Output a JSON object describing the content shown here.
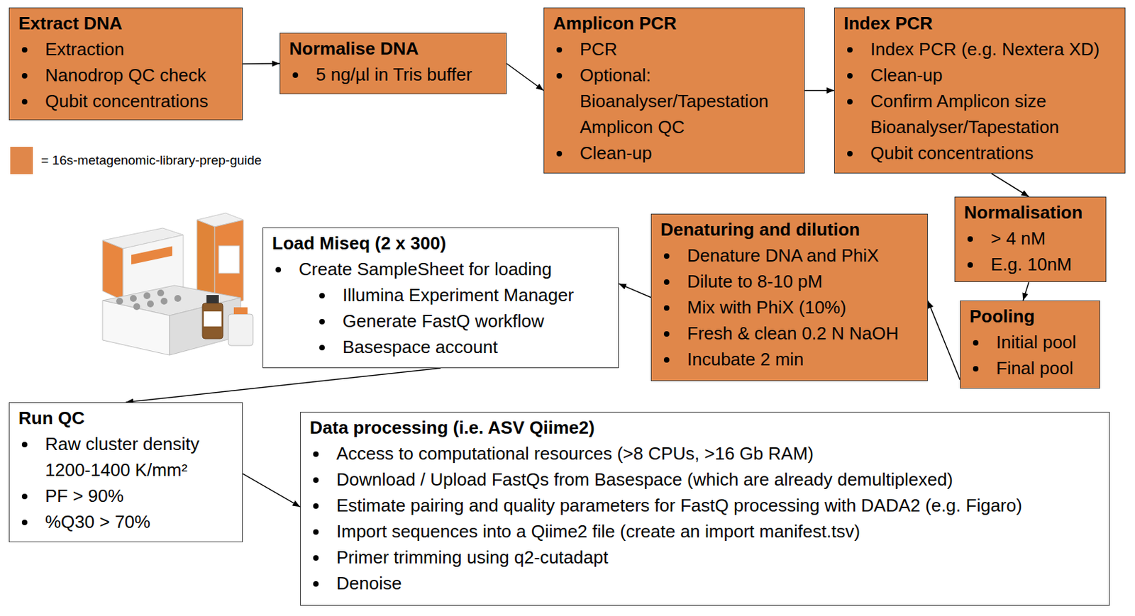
{
  "diagram": {
    "nodes": [
      {
        "text": [
          "Extract DNA",
          "Extraction",
          "Nanodrop QC check",
          "Qubit concentrations"
        ]
      },
      {
        "text": [
          "Normalise DNA",
          "5 ng/µl in Tris buffer"
        ]
      },
      {
        "text": [
          "Amplicon PCR",
          "PCR",
          "Optional: Bioanalyser/Tapestation Amplicon QC",
          "Clean-up"
        ]
      },
      {
        "text": [
          "Index PCR",
          "Index PCR (e.g. Nextera XD)",
          "Clean-up",
          "Confirm Amplicon size Bioanalyser/Tapestation",
          "Qubit concentrations"
        ]
      },
      {
        "text": [
          "Normalisation",
          "> 4 nM",
          "E.g. 10nM"
        ]
      },
      {
        "text": [
          "Pooling",
          "Initial pool",
          "Final pool"
        ]
      },
      {
        "text": [
          "Denaturing and dilution",
          "Denature DNA and PhiX",
          "Dilute to 8-10 pM",
          "Mix with PhiX (10%)",
          "Fresh & clean 0.2 N NaOH",
          "Incubate 2 min"
        ]
      },
      {
        "text": [
          "Load Miseq (2 x 300)",
          "Create SampleSheet for loading",
          "Illumina Experiment Manager",
          "Generate FastQ workflow",
          "Basespace account"
        ]
      },
      {
        "text": [
          "Run QC",
          "Raw cluster density 1200-1400 K/mm²",
          "PF > 90%",
          "%Q30 > 70%"
        ]
      },
      {
        "text": [
          "Data processing (i.e. ASV Qiime2)",
          "Access to computational resources (>8 CPUs, >16 Gb RAM)",
          "Download / Upload FastQs from Basespace (which are already demultiplexed)",
          "Estimate pairing and quality parameters for FastQ processing with DADA2 (e.g. Figaro)",
          "Import sequences into a Qiime2 file (create an import manifest.tsv)",
          "Primer trimming using q2-cutadapt",
          "Denoise"
        ]
      }
    ],
    "edges": [
      {
        "from": 0,
        "to": 1,
        "arrow": "to"
      },
      {
        "from": 1,
        "to": 2,
        "arrow": "to"
      },
      {
        "from": 2,
        "to": 3,
        "arrow": "to"
      },
      {
        "from": 3,
        "to": 4,
        "arrow": "to"
      },
      {
        "from": 4,
        "to": 5,
        "arrow": "to"
      },
      {
        "from": 5,
        "to": 6,
        "arrow": "to"
      },
      {
        "from": 6,
        "to": 7,
        "arrow": "to"
      },
      {
        "from": 7,
        "to": 8,
        "arrow": "to"
      },
      {
        "from": 8,
        "to": 9,
        "arrow": "to"
      }
    ],
    "legend": [
      {
        "text": "= 16s-metagenomic-library-prep-guide",
        "color": "#E0874A"
      }
    ]
  }
}
